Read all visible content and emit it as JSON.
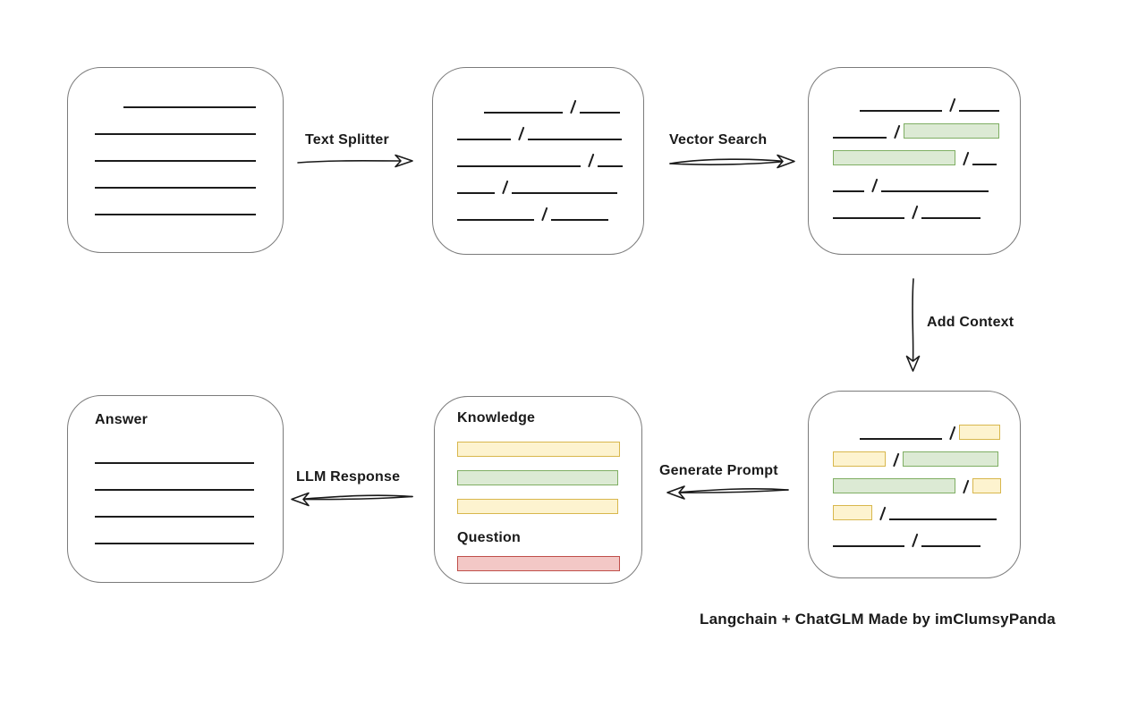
{
  "caption": "Langchain + ChatGLM Made by imClumsyPanda",
  "arrows": {
    "text_splitter": {
      "label": "Text Splitter"
    },
    "vector_search": {
      "label": "Vector Search"
    },
    "add_context": {
      "label": "Add Context"
    },
    "generate_prompt": {
      "label": "Generate Prompt"
    },
    "llm_response": {
      "label": "LLM Response"
    }
  },
  "colors": {
    "line": "#1c1c1c",
    "box_border": "#7b7b7b",
    "yellow_fill": "#fdf3cf",
    "yellow_border": "#d8b74d",
    "green_fill": "#dcead4",
    "green_border": "#7fae63",
    "red_fill": "#f3c8c6",
    "red_border": "#bf4f4a"
  },
  "boxes": {
    "document": {
      "rows": [
        {
          "indent": 32,
          "segments": [
            {
              "t": "line",
              "w": 148
            }
          ]
        },
        {
          "segments": [
            {
              "t": "line",
              "w": 180
            }
          ]
        },
        {
          "segments": [
            {
              "t": "line",
              "w": 180
            }
          ]
        },
        {
          "segments": [
            {
              "t": "line",
              "w": 180
            }
          ]
        },
        {
          "segments": [
            {
              "t": "line",
              "w": 180
            }
          ]
        }
      ]
    },
    "chunks": {
      "rows": [
        {
          "indent": 30,
          "segments": [
            {
              "t": "line",
              "w": 88
            },
            {
              "t": "slash"
            },
            {
              "t": "line",
              "w": 45
            }
          ]
        },
        {
          "segments": [
            {
              "t": "line",
              "w": 60
            },
            {
              "t": "slash"
            },
            {
              "t": "line",
              "w": 105
            }
          ]
        },
        {
          "segments": [
            {
              "t": "line",
              "w": 138
            },
            {
              "t": "slash"
            },
            {
              "t": "line",
              "w": 28
            }
          ]
        },
        {
          "segments": [
            {
              "t": "line",
              "w": 42
            },
            {
              "t": "slash"
            },
            {
              "t": "line",
              "w": 118
            }
          ]
        },
        {
          "segments": [
            {
              "t": "line",
              "w": 86
            },
            {
              "t": "slash"
            },
            {
              "t": "line",
              "w": 64
            }
          ]
        }
      ]
    },
    "search_result": {
      "rows": [
        {
          "indent": 30,
          "segments": [
            {
              "t": "line",
              "w": 92
            },
            {
              "t": "slash"
            },
            {
              "t": "line",
              "w": 45
            }
          ]
        },
        {
          "segments": [
            {
              "t": "line",
              "w": 60
            },
            {
              "t": "slash"
            },
            {
              "t": "chip",
              "c": "green",
              "w": 105
            }
          ]
        },
        {
          "segments": [
            {
              "t": "chip",
              "c": "green",
              "w": 135
            },
            {
              "t": "slash"
            },
            {
              "t": "line",
              "w": 27
            }
          ]
        },
        {
          "segments": [
            {
              "t": "line",
              "w": 35
            },
            {
              "t": "slash"
            },
            {
              "t": "line",
              "w": 120
            }
          ]
        },
        {
          "segments": [
            {
              "t": "line",
              "w": 80
            },
            {
              "t": "slash"
            },
            {
              "t": "line",
              "w": 66
            }
          ]
        }
      ]
    },
    "context": {
      "rows": [
        {
          "indent": 30,
          "segments": [
            {
              "t": "line",
              "w": 92
            },
            {
              "t": "slash"
            },
            {
              "t": "chip",
              "c": "yellow",
              "w": 44
            }
          ]
        },
        {
          "segments": [
            {
              "t": "chip",
              "c": "yellow",
              "w": 57
            },
            {
              "t": "slash"
            },
            {
              "t": "chip",
              "c": "green",
              "w": 105
            }
          ]
        },
        {
          "segments": [
            {
              "t": "chip",
              "c": "green",
              "w": 135
            },
            {
              "t": "slash"
            },
            {
              "t": "chip",
              "c": "yellow",
              "w": 30
            }
          ]
        },
        {
          "segments": [
            {
              "t": "chip",
              "c": "yellow",
              "w": 42
            },
            {
              "t": "slash"
            },
            {
              "t": "line",
              "w": 120
            }
          ]
        },
        {
          "segments": [
            {
              "t": "line",
              "w": 80
            },
            {
              "t": "slash"
            },
            {
              "t": "line",
              "w": 66
            }
          ]
        }
      ]
    },
    "prompt": {
      "knowledge_label": "Knowledge",
      "question_label": "Question",
      "knowledge_chips": [
        {
          "c": "yellow",
          "w": 180
        },
        {
          "c": "green",
          "w": 178
        },
        {
          "c": "yellow",
          "w": 178
        }
      ],
      "question_chips": [
        {
          "c": "red",
          "w": 180
        }
      ]
    },
    "answer": {
      "label": "Answer",
      "rows": [
        {
          "segments": [
            {
              "t": "line",
              "w": 178
            }
          ]
        },
        {
          "segments": [
            {
              "t": "line",
              "w": 178
            }
          ]
        },
        {
          "segments": [
            {
              "t": "line",
              "w": 178
            }
          ]
        },
        {
          "segments": [
            {
              "t": "line",
              "w": 178
            }
          ]
        }
      ]
    }
  }
}
